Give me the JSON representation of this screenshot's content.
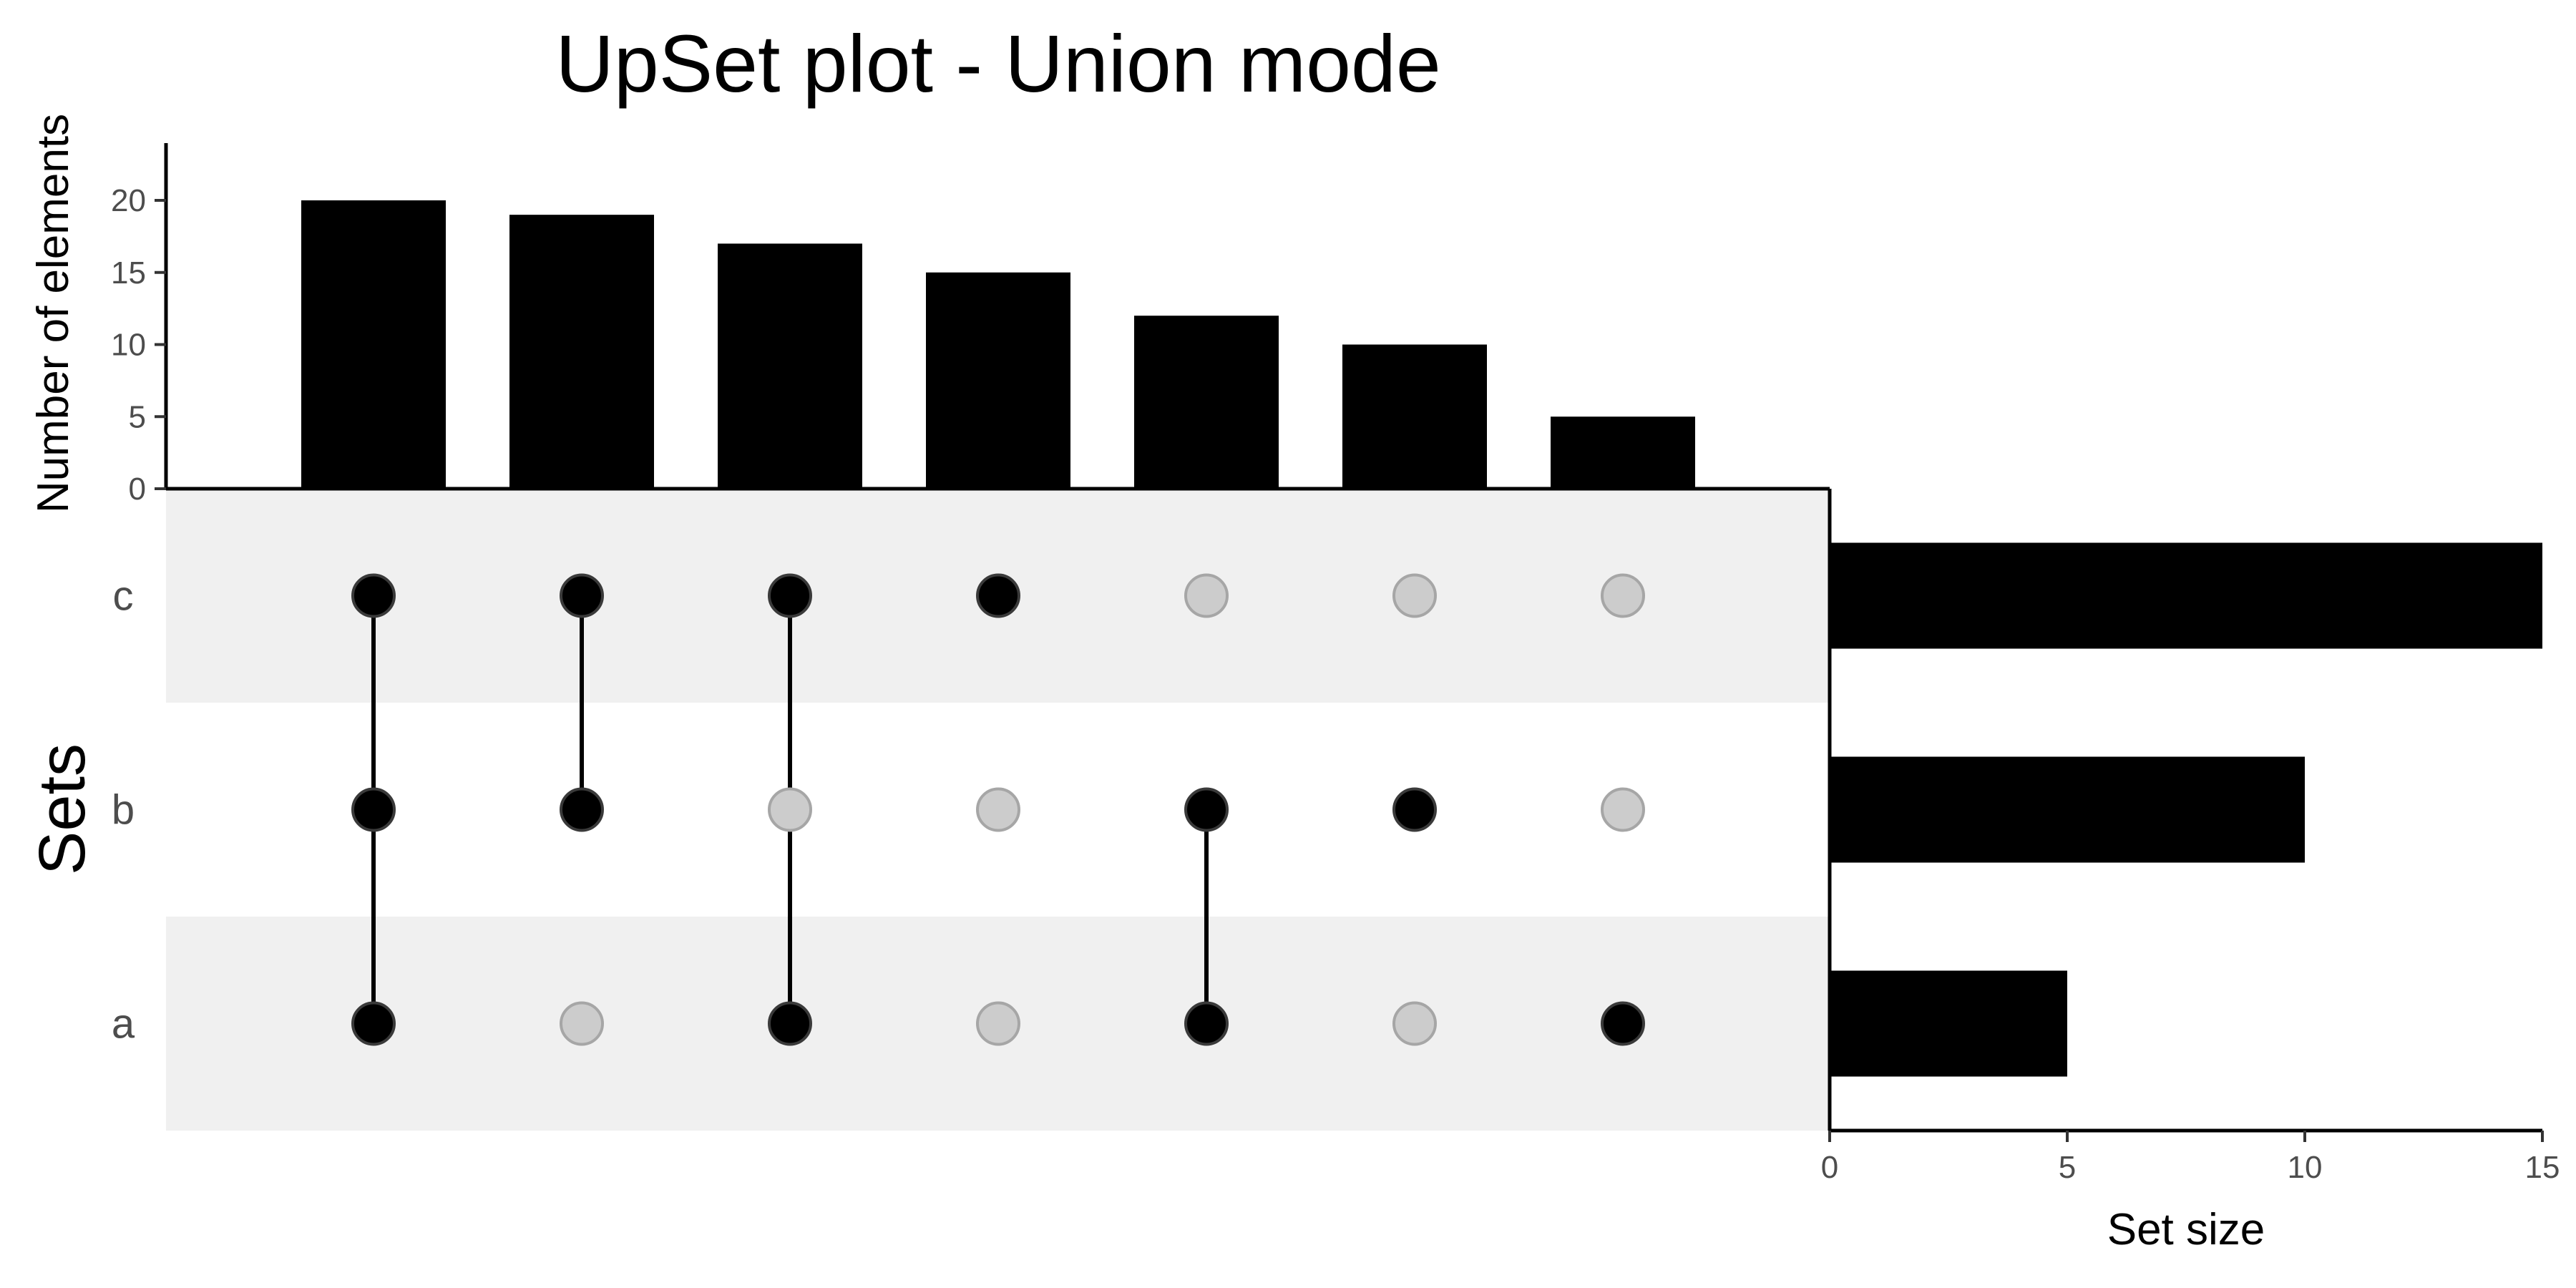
{
  "title": "UpSet plot - Union mode",
  "colors": {
    "bar": "#000000",
    "dot_active": "#000000",
    "dot_inactive": "#cccccc",
    "dot_inactive_stroke": "#a6a6a6",
    "stripe": "#f0f0f0",
    "background": "#ffffff"
  },
  "chart_data": {
    "type": "bar",
    "intersection_axis": {
      "label": "Number of elements",
      "ticks": [
        0,
        5,
        10,
        15,
        20
      ],
      "ylim": [
        0,
        24
      ]
    },
    "set_size_axis": {
      "label": "Set size",
      "ticks": [
        0,
        5,
        10,
        15
      ],
      "xlim": [
        0,
        15
      ]
    },
    "matrix_label": "Sets",
    "sets": [
      "c",
      "b",
      "a"
    ],
    "set_sizes": [
      15,
      10,
      5
    ],
    "intersections": [
      {
        "sets": [
          "a",
          "b",
          "c"
        ],
        "value": 20
      },
      {
        "sets": [
          "b",
          "c"
        ],
        "value": 19
      },
      {
        "sets": [
          "a",
          "c"
        ],
        "value": 17
      },
      {
        "sets": [
          "c"
        ],
        "value": 15
      },
      {
        "sets": [
          "a",
          "b"
        ],
        "value": 12
      },
      {
        "sets": [
          "b"
        ],
        "value": 10
      },
      {
        "sets": [
          "a"
        ],
        "value": 5
      }
    ],
    "grid": false,
    "legend": "none"
  }
}
